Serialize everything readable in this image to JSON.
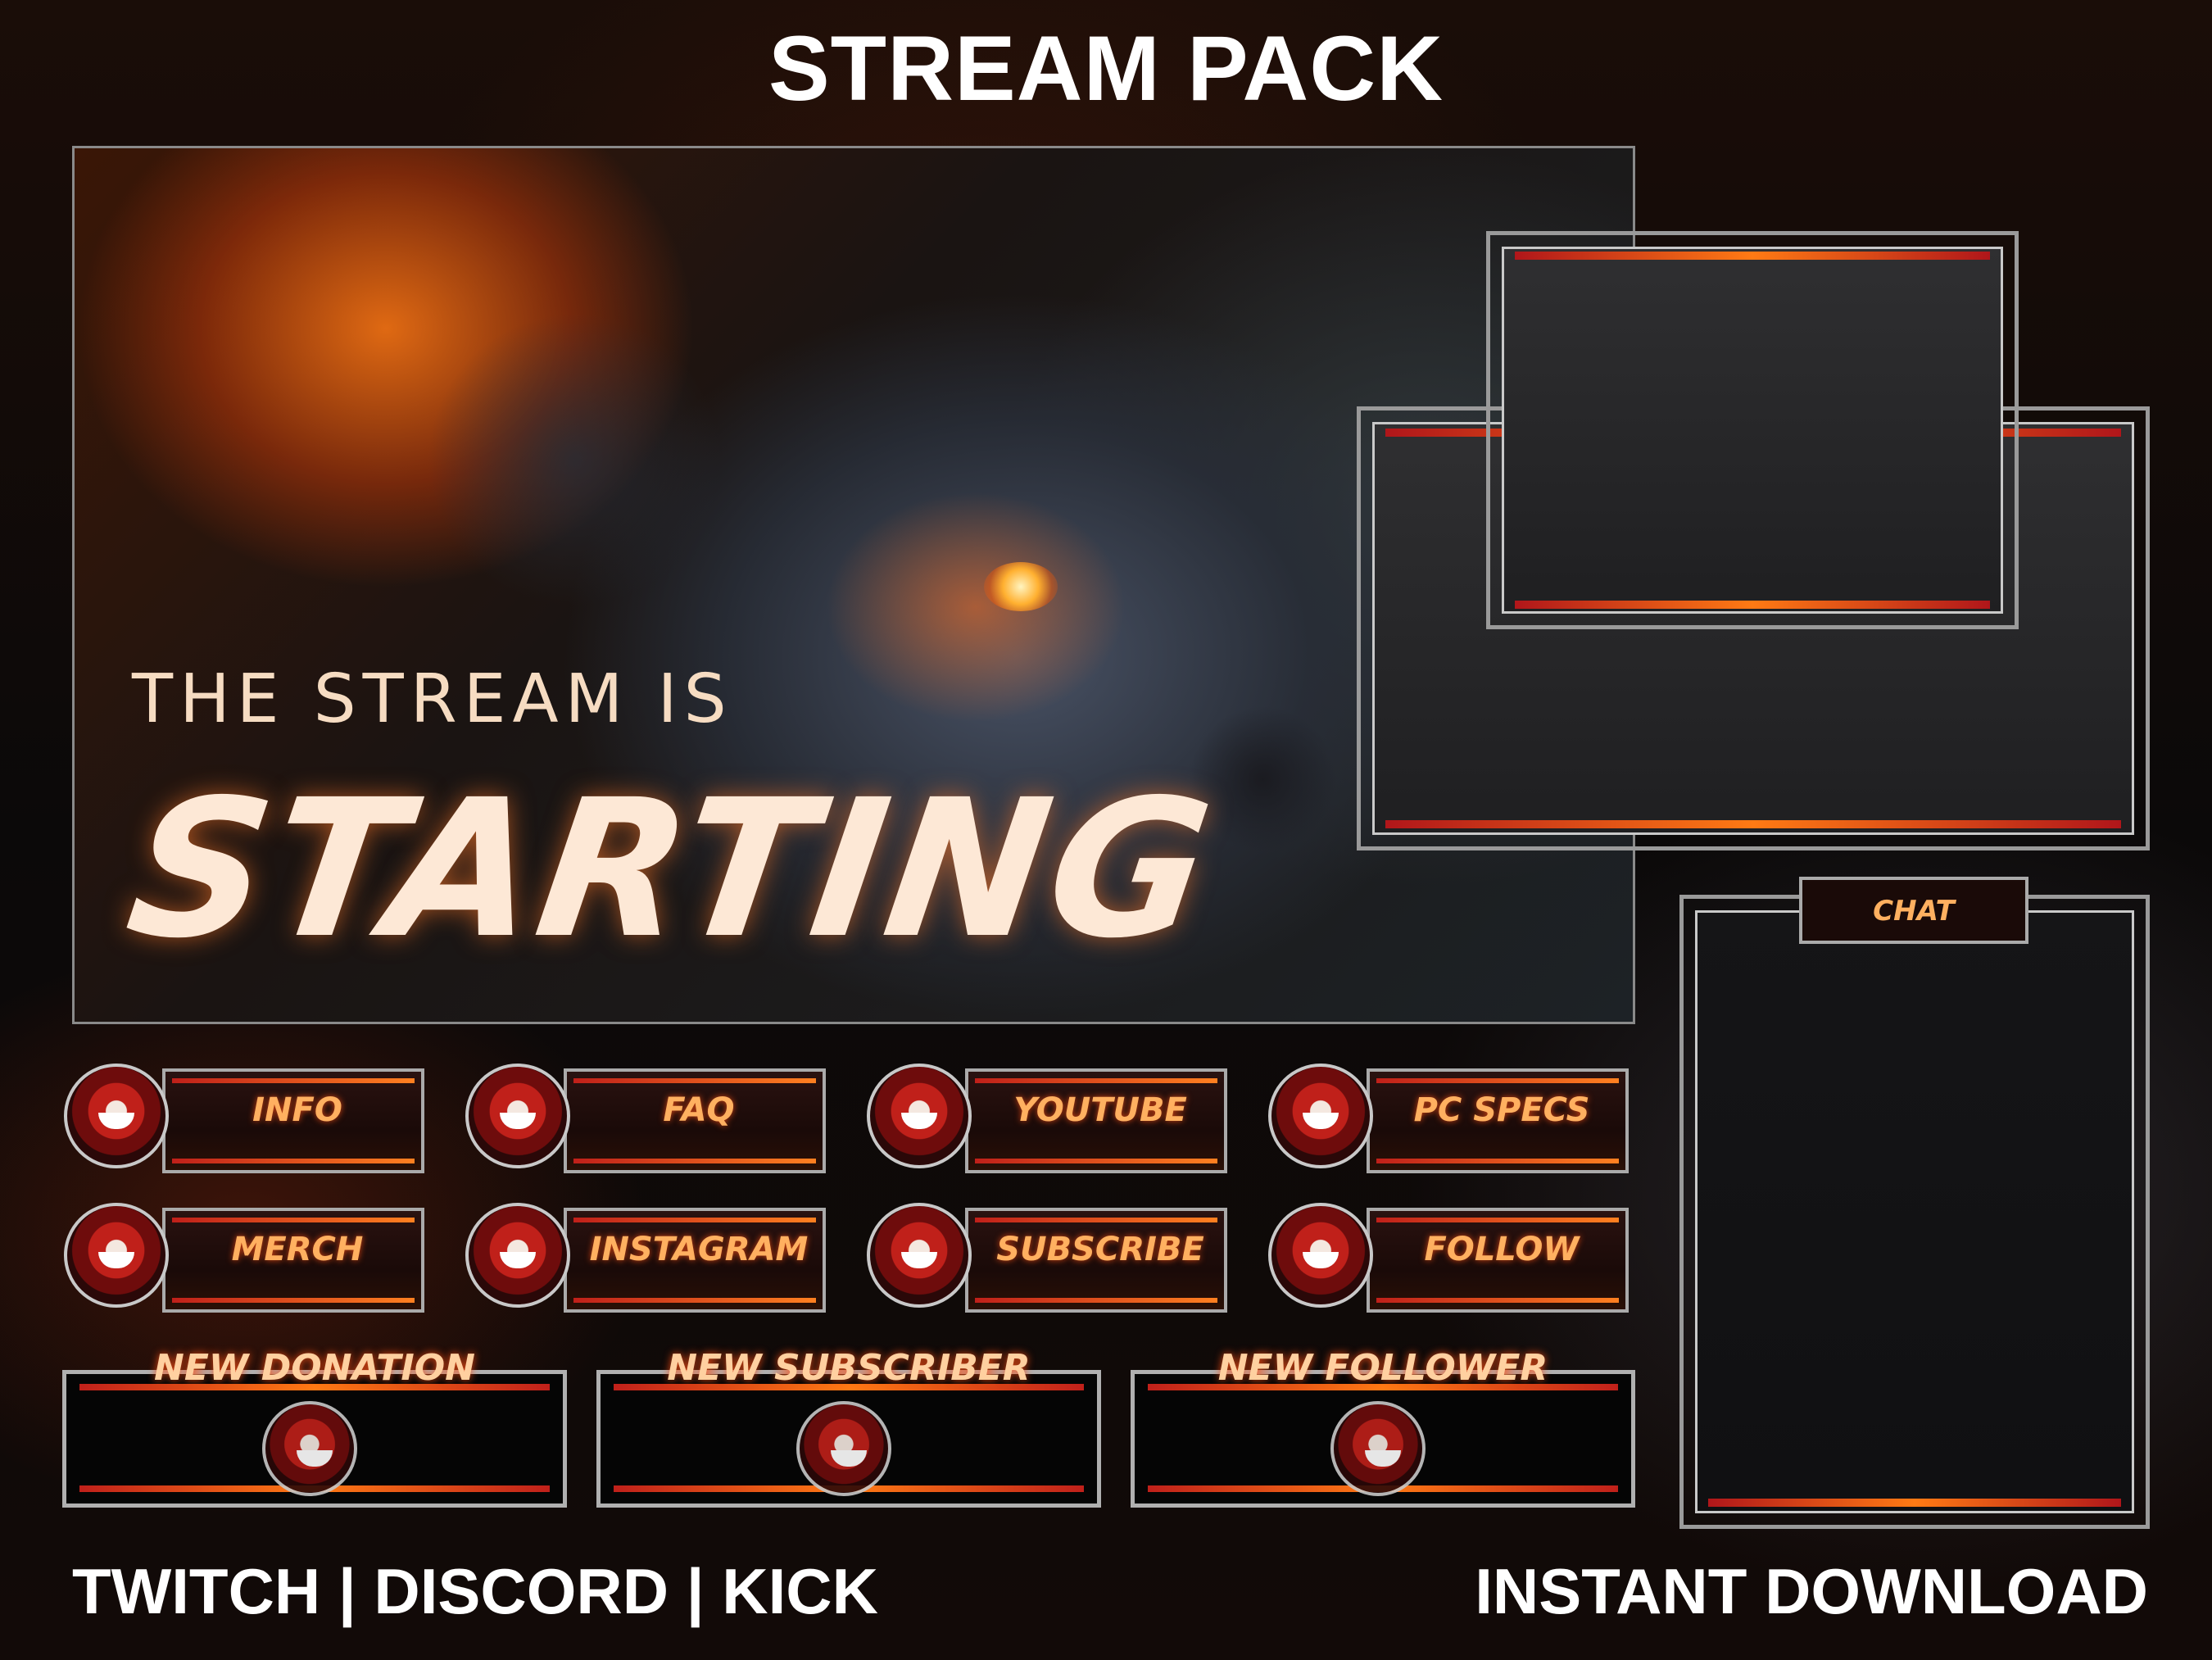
{
  "header": {
    "title": "STREAM PACK"
  },
  "starting_screen": {
    "line1": "THE STREAM IS",
    "line2": "STARTING"
  },
  "chat": {
    "label": "CHAT"
  },
  "panels": [
    {
      "label": "INFO"
    },
    {
      "label": "FAQ"
    },
    {
      "label": "YOUTUBE"
    },
    {
      "label": "PC SPECS"
    },
    {
      "label": "MERCH"
    },
    {
      "label": "INSTAGRAM"
    },
    {
      "label": "SUBSCRIBE"
    },
    {
      "label": "FOLLOW"
    }
  ],
  "alerts": [
    {
      "label": "NEW DONATION"
    },
    {
      "label": "NEW SUBSCRIBER"
    },
    {
      "label": "NEW FOLLOWER"
    }
  ],
  "footer": {
    "platforms": "TWITCH | DISCORD | KICK",
    "download": "INSTANT DOWNLOAD"
  },
  "colors": {
    "accent_orange": "#ff7a14",
    "accent_red": "#c0201a",
    "frame_grey": "#9a9a9a"
  }
}
